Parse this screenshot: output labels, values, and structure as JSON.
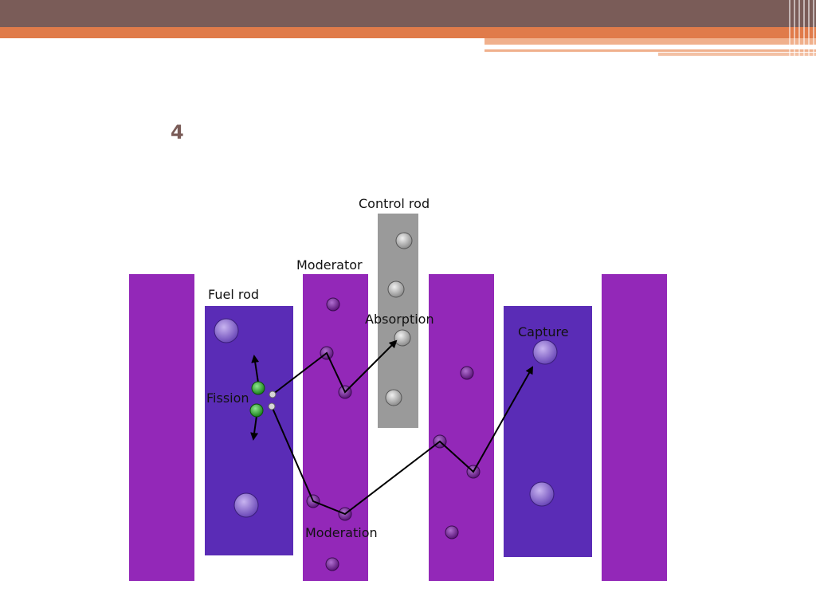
{
  "slide": {
    "number": "4"
  },
  "diagram": {
    "labels": {
      "control_rod": "Control rod",
      "moderator": "Moderator",
      "fuel_rod": "Fuel rod",
      "absorption": "Absorption",
      "capture": "Capture",
      "fission": "Fission",
      "moderation": "Moderation"
    }
  },
  "colors": {
    "header_brown": "#7a5c58",
    "header_orange": "#e07b4a",
    "header_orange_light": "#f0b08c",
    "slide_number": "#7a5c58",
    "moderator": "#9328b8",
    "fuel_rod": "#5a2cb6",
    "control_rod": "#9a9a9a",
    "moderator_atom": "#6e1e8e",
    "fuel_atom": "#8a6bd0",
    "control_atom": "#c8c8c8",
    "fission_fragment": "#2aa02a",
    "neutron": "#d8d8d8",
    "path": "#000000",
    "label_text": "#111111"
  }
}
